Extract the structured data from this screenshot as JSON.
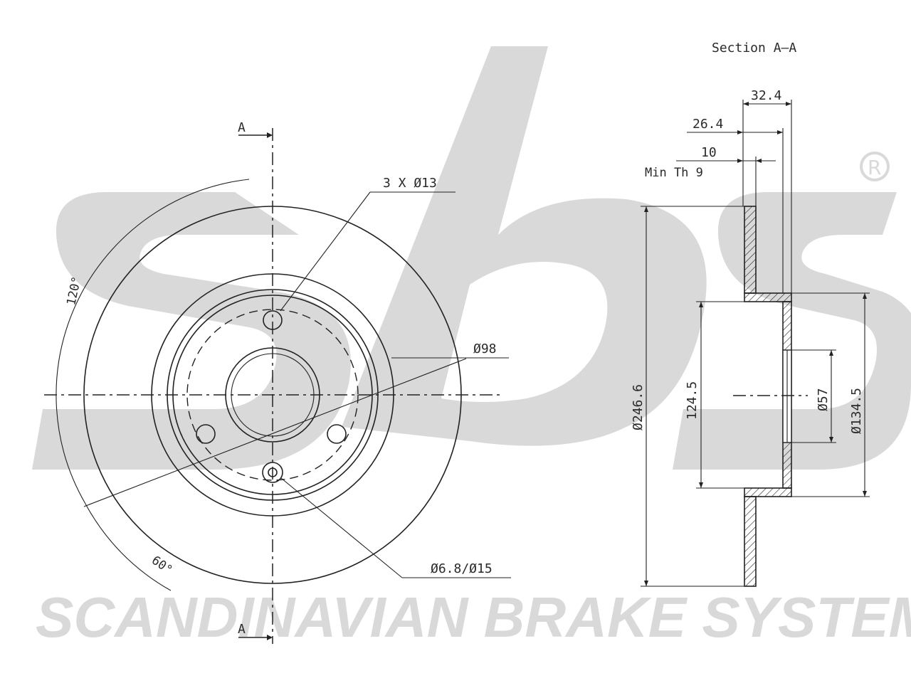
{
  "brand": {
    "watermark_logo": "sbs",
    "watermark_text": "SCANDINAVIAN BRAKE SYSTEMS",
    "registered_mark": "®",
    "colors": {
      "watermark": "#d9d9d9",
      "line": "#222222",
      "hatch": "#222222"
    }
  },
  "front_view": {
    "section_marker_top": "A",
    "section_marker_bottom": "A",
    "bolt_holes_label": "3 X Ø13",
    "pcd_label": "Ø98",
    "small_hole_label": "Ø6.8/Ø15",
    "angle_large_label": "120°",
    "angle_small_label": "60°"
  },
  "section_view": {
    "title": "Section A–A",
    "overall_width_label": "32.4",
    "hat_depth_label": "26.4",
    "thickness_label": "10",
    "min_thickness_label": "Min Th 9",
    "outer_diameter_label": "Ø246.6",
    "hat_inner_label": "124.5",
    "center_bore_label": "Ø57",
    "hat_outer_label": "Ø134.5"
  }
}
